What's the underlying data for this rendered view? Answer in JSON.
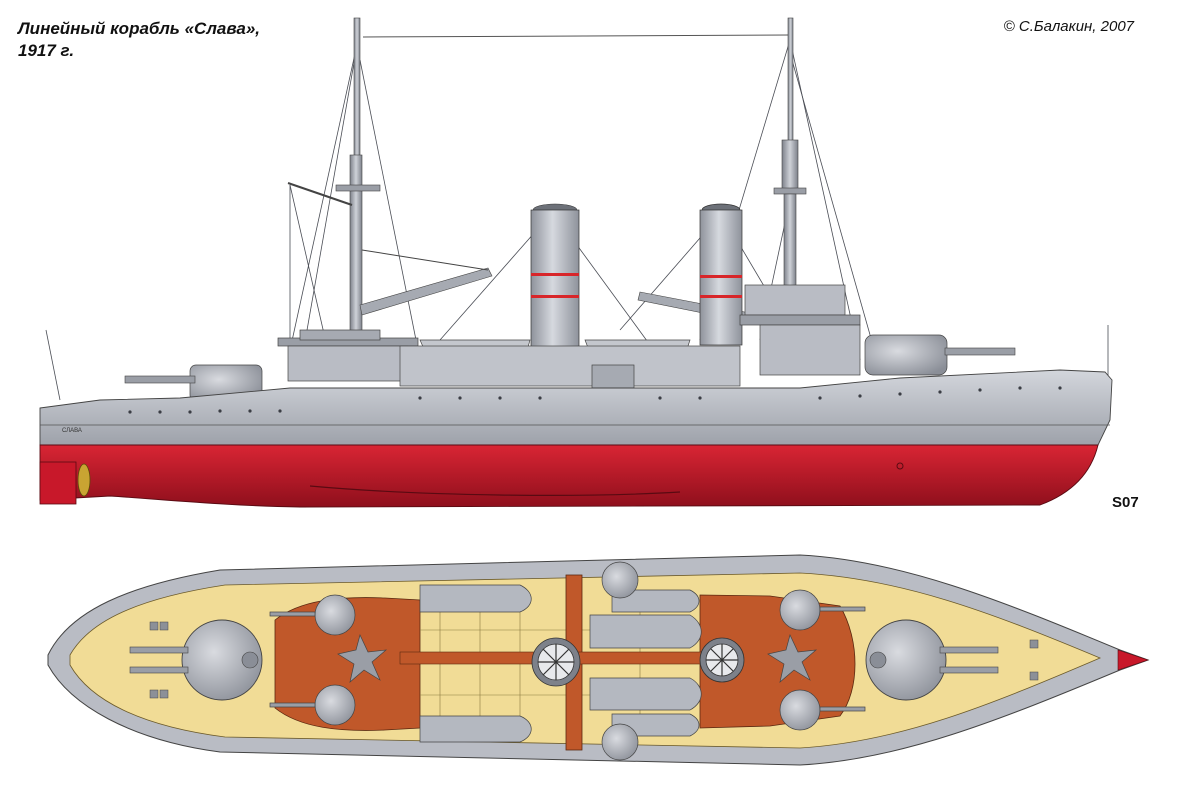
{
  "title": {
    "line1": "Линейный корабль «Слава»,",
    "line2": "1917 г."
  },
  "copyright": "© С.Балакин, 2007",
  "drawing_mark": "S07",
  "hull_name": "СЛАВА",
  "colors": {
    "hull_grey": "#b9bcc4",
    "hull_dark": "#8c9098",
    "underwater_red": "#c8182a",
    "deck_yellow": "#f1dc96",
    "deck_wood_brown": "#c0582a",
    "stripe_red": "#d8262a",
    "line_dark": "#2a2d33"
  }
}
